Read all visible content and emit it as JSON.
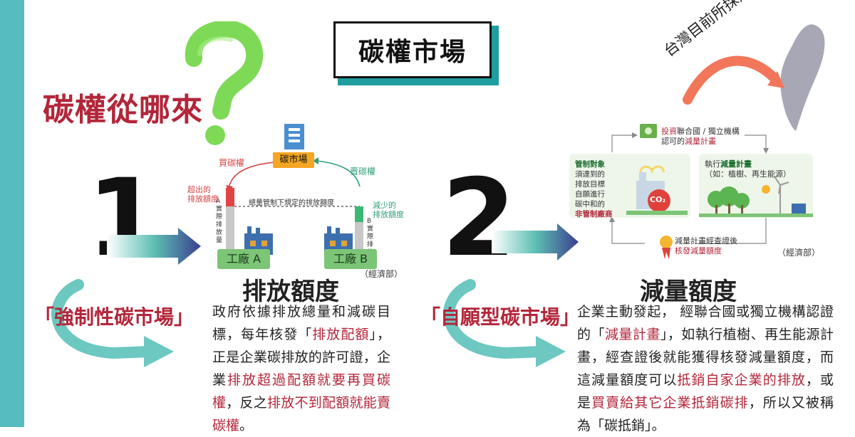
{
  "title": "碳權市場",
  "question_title": "碳權從哪來",
  "taiwan_label": "台灣目前所採用",
  "colors": {
    "accent_red": "#b3263a",
    "teal": "#56bcc0",
    "green_q": "#7ed957"
  },
  "section1": {
    "number": "1",
    "market_label": "「強制性碳市場」",
    "title": "排放額度",
    "desc_parts": [
      {
        "text": "政府依據排放總量和減碳目標，每年核發「",
        "hl": false
      },
      {
        "text": "排放配額",
        "hl": true
      },
      {
        "text": "」，正是企業碳排放的許可證，企業",
        "hl": false
      },
      {
        "text": "排放超過配額就要再買碳權",
        "hl": true
      },
      {
        "text": "，反之",
        "hl": false
      },
      {
        "text": "排放不到配額就能賣碳權",
        "hl": true
      },
      {
        "text": "。",
        "hl": false
      }
    ],
    "diagram": {
      "market": "碳市場",
      "buy": "買碳權",
      "sell": "賣碳權",
      "exceed": "超出的\n排放額度",
      "cap": "總量管制下規定的排放額度",
      "reduce": "減少的\n排放額度",
      "a_actual": "A實際排放量",
      "b_actual": "B實際排放量",
      "factory_a": "工廠 A",
      "factory_b": "工廠 B",
      "source": "（經濟部）"
    }
  },
  "section2": {
    "number": "2",
    "market_label": "「自願型碳市場」",
    "title": "減量額度",
    "desc_parts": [
      {
        "text": "企業主動發起， 經聯合國或獨立機構認證的「",
        "hl": false
      },
      {
        "text": "減量計畫",
        "hl": true
      },
      {
        "text": "」，如執行植樹、再生能源計畫，經查證後就能獲得核發減量額度，而這減量額度可以",
        "hl": false
      },
      {
        "text": "抵銷自家企業的排放",
        "hl": true
      },
      {
        "text": "，或是",
        "hl": false
      },
      {
        "text": "買賣給其它企業抵銷碳排",
        "hl": true
      },
      {
        "text": "，所以又被稱為「碳抵銷」。",
        "hl": false
      }
    ],
    "diagram": {
      "top_1": "投資",
      "top_2": "聯合國 / 獨立機構",
      "top_3": "認可的",
      "top_4": "減量計畫",
      "left_t1": "管制對象",
      "left_t2": "須達到的",
      "left_t3": "排放目標",
      "left_t4": "自願進行",
      "left_t5": "碳中和的",
      "left_t6": "非管制廠商",
      "co2": "CO₂",
      "right_t1": "執行",
      "right_t2": "減量計畫",
      "right_t3": "（如：植樹、再生能源）",
      "bottom_1": "減量計畫經查證後",
      "bottom_2": "核發減量額度",
      "source": "（經濟部）"
    }
  }
}
